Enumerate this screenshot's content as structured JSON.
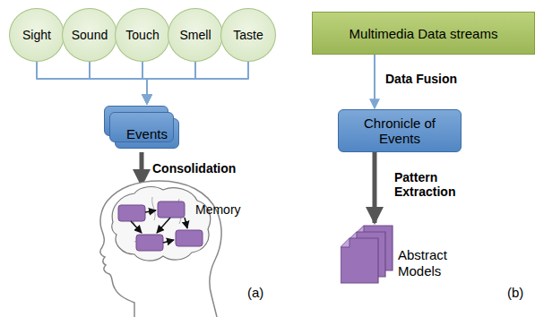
{
  "diagram": {
    "nodes": [
      {
        "text": [
          "Sight"
        ]
      },
      {
        "text": [
          "Sound"
        ]
      },
      {
        "text": [
          "Touch"
        ]
      },
      {
        "text": [
          "Smell"
        ]
      },
      {
        "text": [
          "Taste"
        ]
      },
      {
        "text": [
          "Events"
        ]
      },
      {
        "text": [
          "Multimedia Data streams"
        ]
      },
      {
        "text": [
          "Chronicle of Events"
        ]
      },
      {
        "text": [
          "Abstract Models"
        ]
      }
    ],
    "edges": [
      {
        "from": 0,
        "to": 5,
        "arrow": "to"
      },
      {
        "from": 1,
        "to": 5,
        "arrow": "to"
      },
      {
        "from": 2,
        "to": 5,
        "arrow": "to"
      },
      {
        "from": 3,
        "to": 5,
        "arrow": "to"
      },
      {
        "from": 4,
        "to": 5,
        "arrow": "to"
      },
      {
        "from": 6,
        "to": 7,
        "label": "Data Fusion",
        "arrow": "to"
      },
      {
        "from": 7,
        "to": 8,
        "label": "Pattern Extraction",
        "arrow": "to"
      }
    ],
    "labels": [
      "Consolidation",
      "Memory",
      "(a)",
      "(b)"
    ]
  }
}
